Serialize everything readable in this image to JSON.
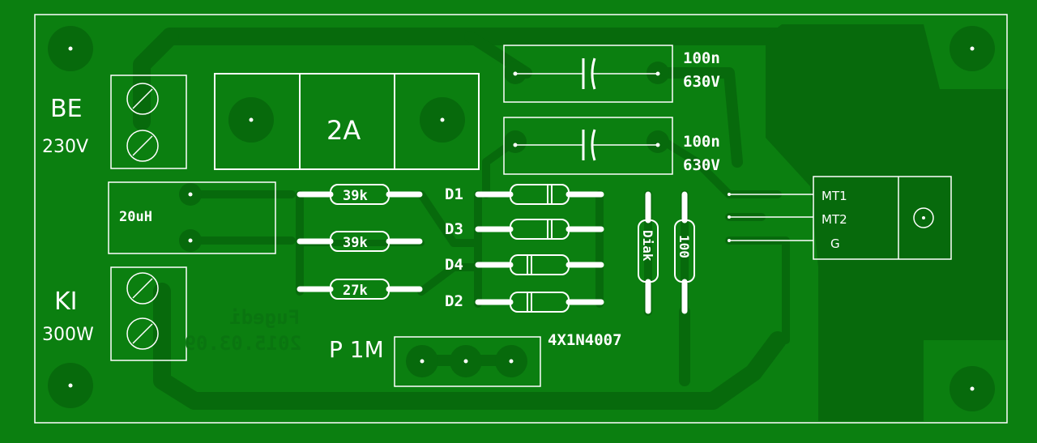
{
  "colors": {
    "board": "#0b7f10",
    "copper": "#076a0c",
    "silkscreen": "#ffffff",
    "drill": "#ffffff"
  },
  "connectors": {
    "input_label": "BE",
    "input_rating": "230V",
    "output_label": "KI",
    "output_rating": "300W"
  },
  "fuse": {
    "label": "2A"
  },
  "inductor": {
    "label": "20uH"
  },
  "resistors": [
    "39k",
    "39k",
    "27k"
  ],
  "diodes": {
    "labels": [
      "D1",
      "D3",
      "D4",
      "D2"
    ],
    "part_note": "4X1N4007"
  },
  "capacitors": [
    {
      "value": "100n",
      "voltage": "630V"
    },
    {
      "value": "100n",
      "voltage": "630V"
    }
  ],
  "diac": {
    "label": "Diak"
  },
  "resistor_100": {
    "label": "100"
  },
  "potentiometer": {
    "label": "P 1M"
  },
  "triac": {
    "pins": [
      "MT1",
      "MT2",
      "G"
    ]
  },
  "bottom_text": {
    "author": "Fugedi",
    "date": "2015.03.09"
  },
  "icons": [
    "mounting-hole-icon",
    "screw-terminal-icon",
    "drill-pad-icon"
  ]
}
